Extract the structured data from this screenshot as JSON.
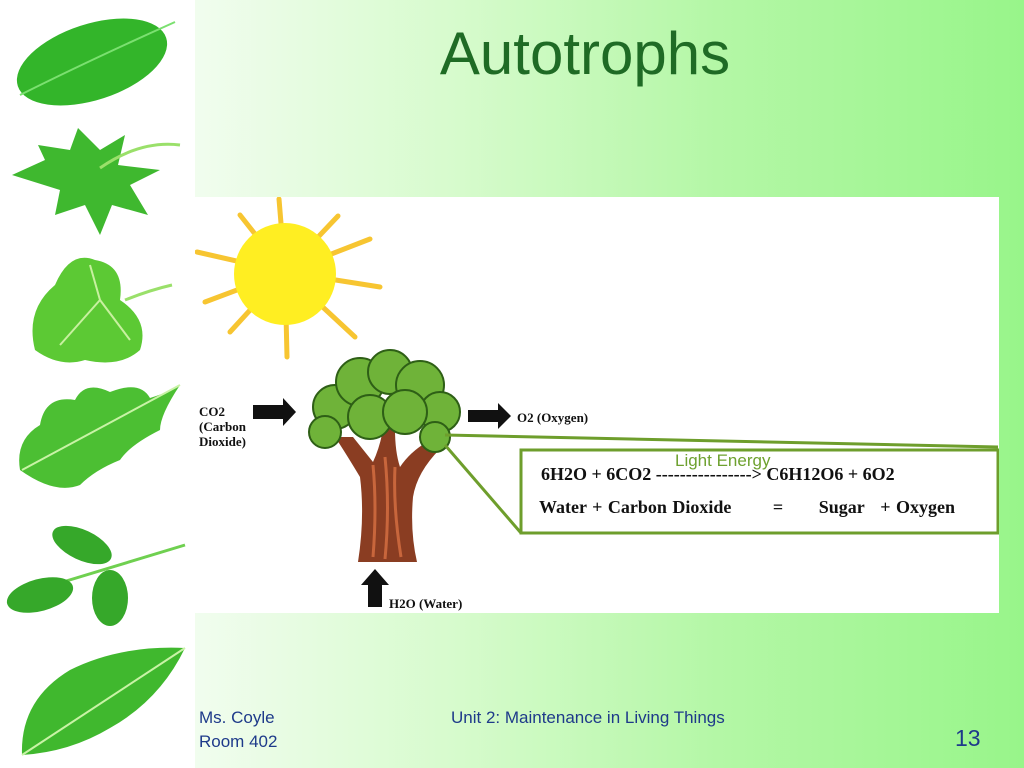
{
  "slide": {
    "title": "Autotrophs",
    "footer_author": "Ms. Coyle",
    "footer_room": "Room 402",
    "footer_unit": "Unit 2: Maintenance in Living Things",
    "page_number": "13"
  },
  "diagram": {
    "co2_formula": "CO2",
    "co2_name_line1": "(Carbon",
    "co2_name_line2": "Dioxide)",
    "o2_label": "O2 (Oxygen)",
    "h2o_label": "H2O (Water)",
    "light_energy": "Light Energy",
    "equation": "6H2O + 6CO2 ----------------> C6H12O6 + 6O2",
    "word_equation": {
      "water": "Water + Carbon Dioxide",
      "equals": "=",
      "sugar": "Sugar",
      "oxygen": "+ Oxygen"
    }
  },
  "icons": [
    "sun-icon",
    "tree-icon",
    "arrow-right-icon",
    "arrow-up-icon",
    "leaf-icon"
  ],
  "colors": {
    "title": "#1f6b25",
    "footer": "#1e3a8a",
    "accent_green": "#6ea12f",
    "sun": "#ffee22",
    "sun_rays": "#f7c531"
  }
}
